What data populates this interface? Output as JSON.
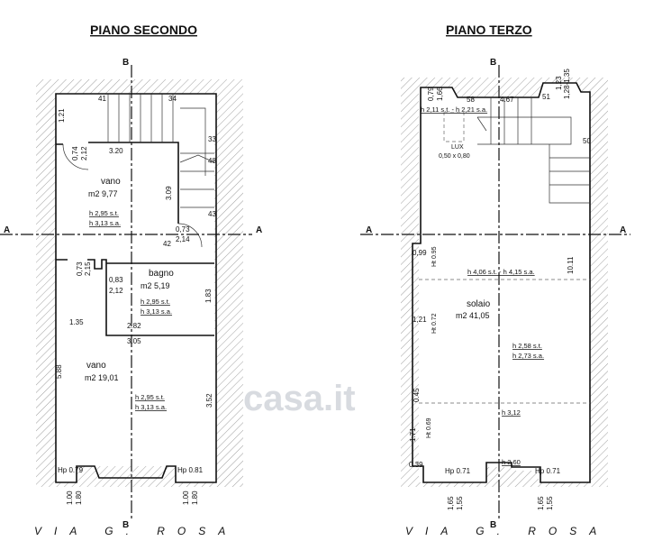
{
  "watermark": "casa.it",
  "left": {
    "title": "PIANO SECONDO",
    "section_b": "B",
    "section_a": "A",
    "labels": {
      "d41": "41",
      "d34": "34",
      "d121": "1.21",
      "d074": "0,74",
      "d212a": "2,12",
      "d320": "3.20",
      "d33": "33",
      "d48": "48",
      "room1": "vano",
      "area1": "m2  9,77",
      "h1a": "h 2,95 s.t.",
      "h1b": "h 3,13 s.a.",
      "d309": "3.09",
      "d43": "43",
      "d073": "0,73",
      "d214": "2,14",
      "d42": "42",
      "d073b": "0,73",
      "d215": "2,15",
      "d083": "0,83",
      "d212b": "2,12",
      "room2": "bagno",
      "area2": "m2  5,19",
      "h2a": "h 2,95 s.t.",
      "h2b": "h 3,13 s.a.",
      "d183": "1.83",
      "d282": "2.82",
      "d135": "1.35",
      "d305": "3.05",
      "room3": "vano",
      "area3": "m2  19,01",
      "d588": "5.88",
      "h3a": "h 2,95 s.t.",
      "h3b": "h 3,13 s.a.",
      "d352": "3.52",
      "hp1": "Hp 0.79",
      "hp2": "Hp 0.81",
      "d100a": "1.00",
      "d180a": "1.80",
      "d100b": "1.00",
      "d180b": "1.80"
    },
    "street": "VIA  G.  ROSA"
  },
  "right": {
    "title": "PIANO TERZO",
    "section_b": "B",
    "section_a": "A",
    "labels": {
      "d079": "0,79",
      "d166": "1,66",
      "d58": "58",
      "d467": "4.67",
      "d51": "51",
      "d123": "1,23",
      "d128": "1,28-1,35",
      "htop": "h 2,11 s.t.  -  h 2,21 s.a.",
      "lux": "LUX",
      "luxsize": "0,50 x 0,80",
      "d50": "50",
      "d099": "0,99",
      "ht095": "Ht 0.95",
      "hmid": "h 4,06 s.t.  -  h 4,15 s.a.",
      "d1011": "10.11",
      "room": "solaio",
      "area": "m2  41,05",
      "d121": "1,21",
      "ht072": "Ht 0.72",
      "h258": "h 2,58 s.t.",
      "h273": "h 2,73 s.a.",
      "d045": "0.45",
      "h312": "h 3,12",
      "d171": "1.71",
      "ht069": "Ht 0.69",
      "d039": "0.39",
      "h260": "h 2.60",
      "hp1": "Hp 0.71",
      "hp2": "Hp 0.71",
      "d165a": "1,65",
      "d155a": "1,55",
      "d165b": "1,65",
      "d155b": "1,55"
    },
    "street": "VIA  G.  ROSA"
  }
}
